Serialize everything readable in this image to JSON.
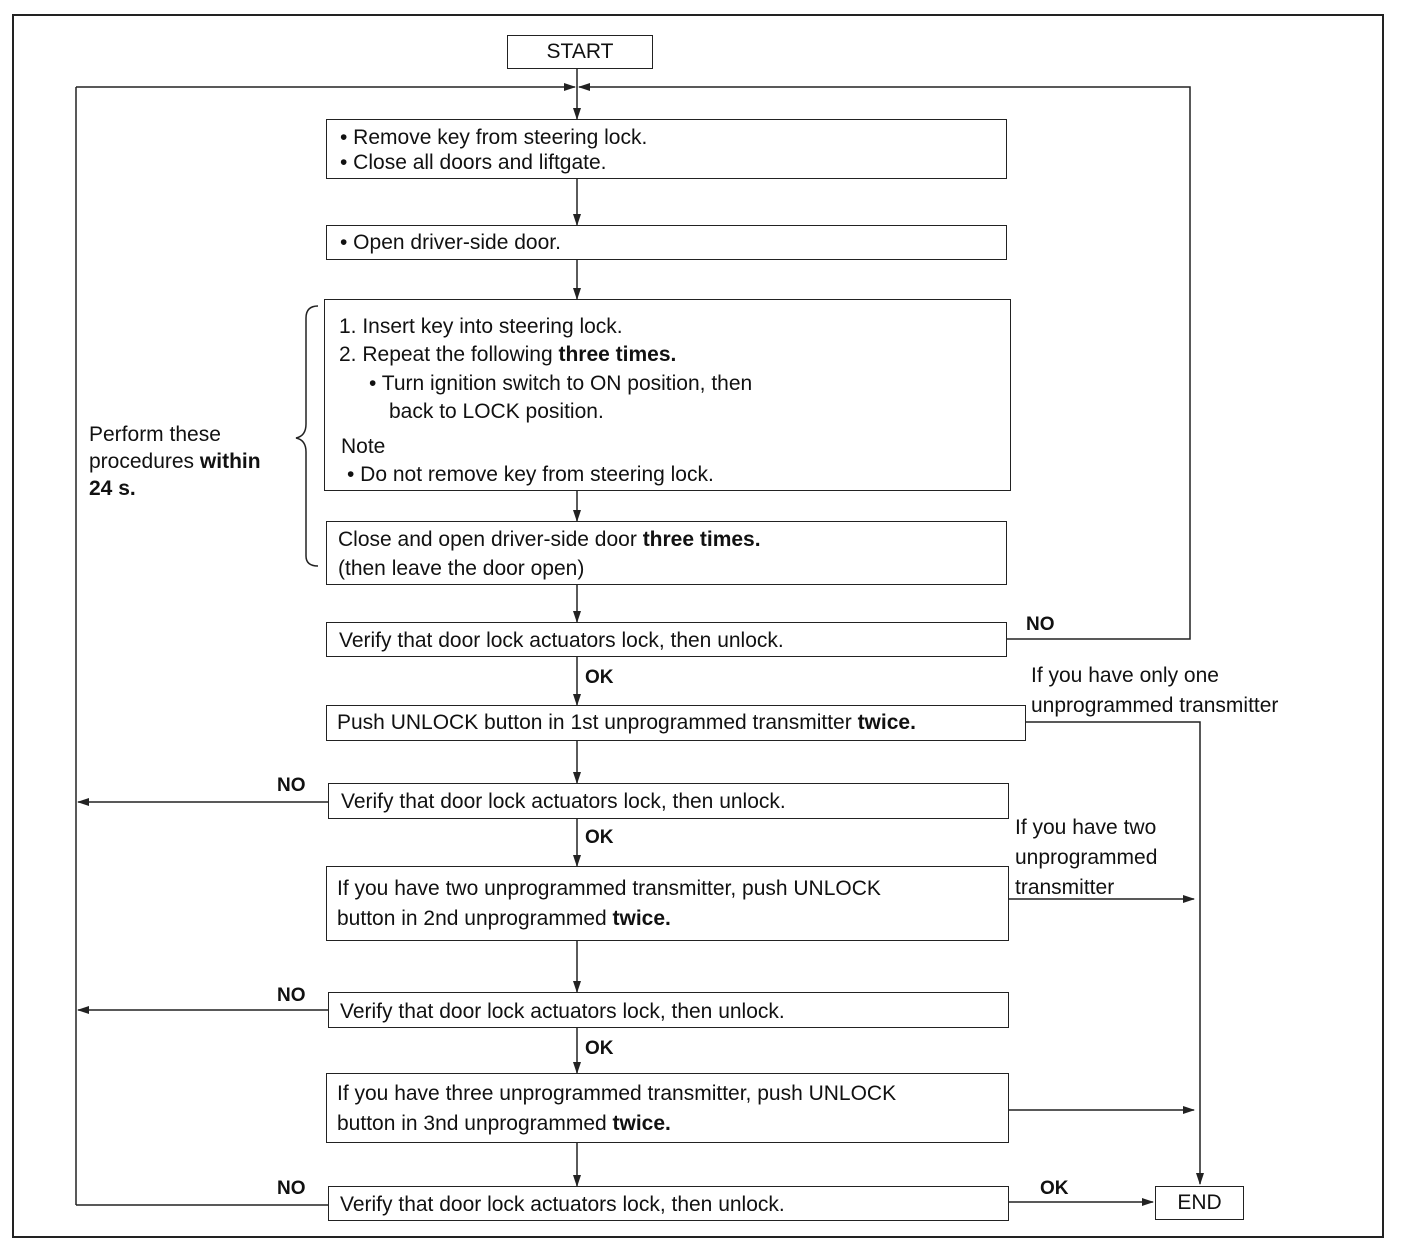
{
  "start": "START",
  "end": "END",
  "step1": {
    "line1": "• Remove key from steering lock.",
    "line2": "• Close all doors and liftgate."
  },
  "step2": {
    "line1": "• Open driver-side door."
  },
  "step3": {
    "item1": "1. Insert key into steering lock.",
    "item2_pre": "2. Repeat the following ",
    "item2_bold": "three times.",
    "sub1": "• Turn ignition switch to ON position, then",
    "sub2": "back to LOCK position.",
    "note_title": "Note",
    "note_item": "• Do not remove key from steering lock."
  },
  "step4": {
    "line1_pre": "Close and open driver-side door ",
    "line1_bold": "three times.",
    "line2": "(then leave the door open)"
  },
  "verify_text": "Verify that door lock actuators lock, then unlock.",
  "push1": {
    "pre": "Push UNLOCK button in 1st unprogrammed transmitter ",
    "bold": "twice."
  },
  "push2": {
    "line1": "If you have two unprogrammed  transmitter, push UNLOCK",
    "line2_pre": "button in 2nd unprogrammed ",
    "line2_bold": "twice."
  },
  "push3": {
    "line1": "If you have three unprogrammed  transmitter, push UNLOCK",
    "line2_pre": "button in 3nd unprogrammed ",
    "line2_bold": "twice."
  },
  "bracket_label": {
    "line1": "Perform these",
    "line2_pre": "procedures ",
    "line2_bold": "within",
    "line3": "24 s."
  },
  "branch_one": {
    "line1": "If you have only one",
    "line2": "unprogrammed transmitter"
  },
  "branch_two": {
    "line1": "If you have two",
    "line2": "unprogrammed",
    "line3": "transmitter"
  },
  "ok": "OK",
  "no": "NO"
}
